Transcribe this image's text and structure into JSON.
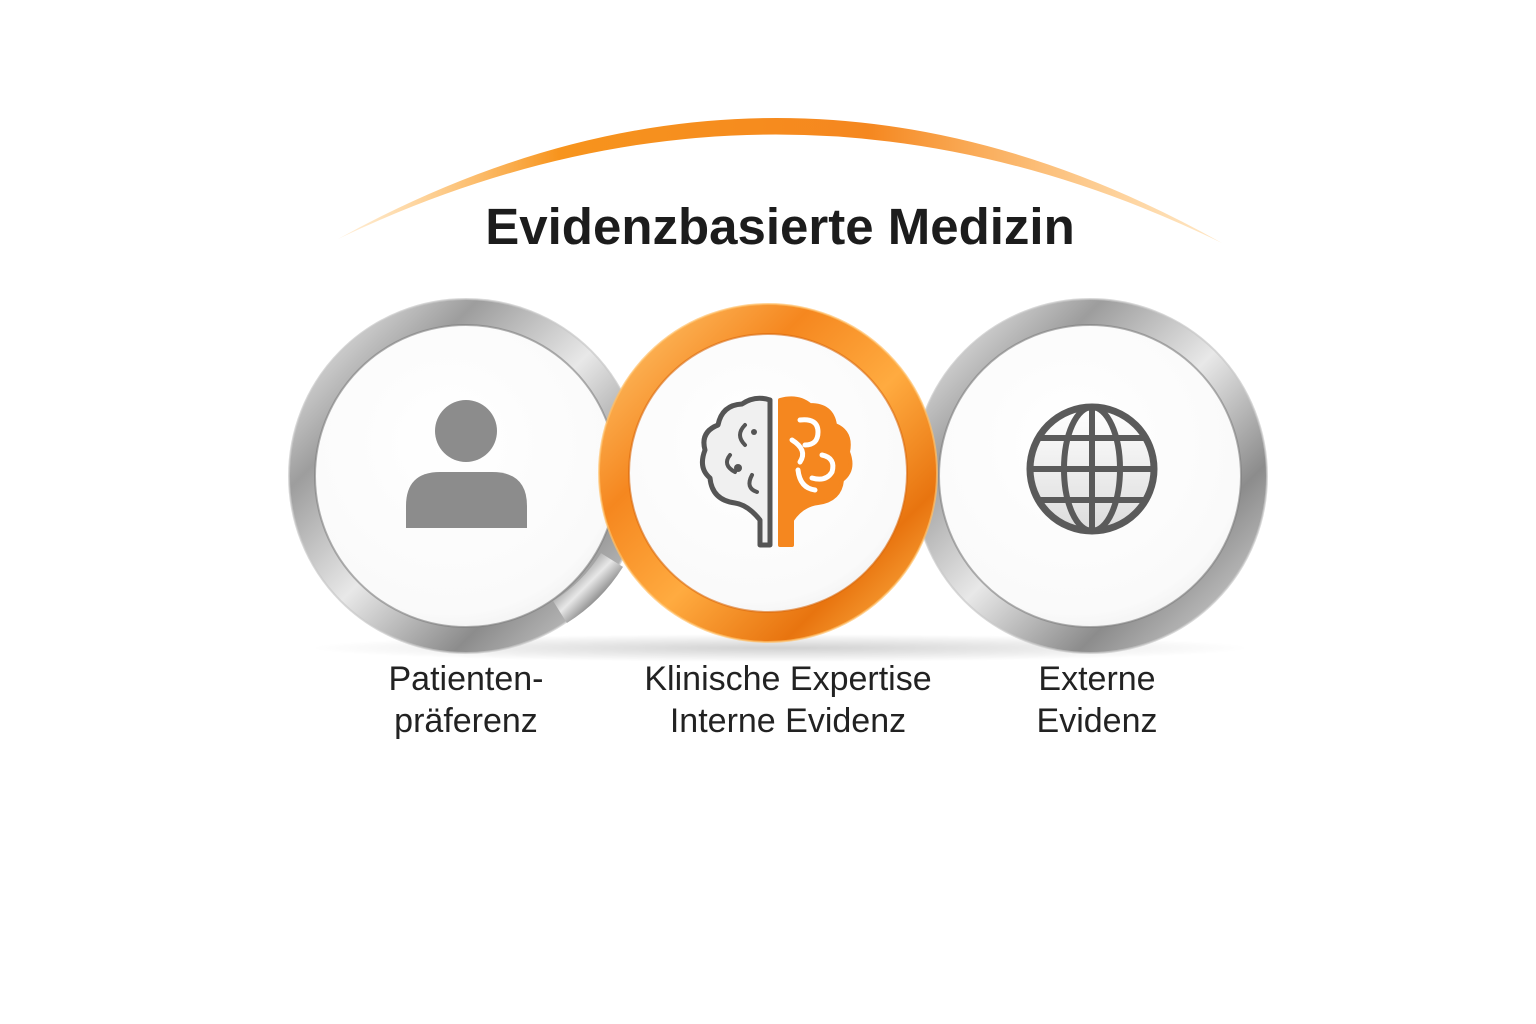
{
  "title": "Evidenzbasierte Medizin",
  "colors": {
    "accent": "#f5871f",
    "accent_light": "#ffb347",
    "silver": "#a9a9a9",
    "icon_gray": "#888888",
    "text": "#1c1c1c"
  },
  "pillars": [
    {
      "icon": "person-icon",
      "label_line1": "Patienten-",
      "label_line2": "präferenz"
    },
    {
      "icon": "brain-icon",
      "label_line1": "Klinische Expertise",
      "label_line2": "Interne Evidenz"
    },
    {
      "icon": "globe-icon",
      "label_line1": "Externe",
      "label_line2": "Evidenz"
    }
  ]
}
